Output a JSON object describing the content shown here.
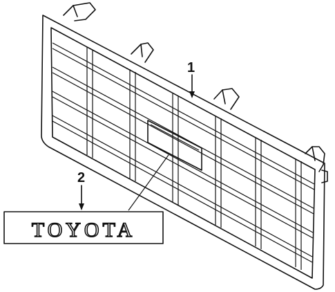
{
  "callouts": [
    {
      "id": 1,
      "label": "1"
    },
    {
      "id": 2,
      "label": "2"
    }
  ],
  "emblem": {
    "text": "TOYOTA"
  }
}
